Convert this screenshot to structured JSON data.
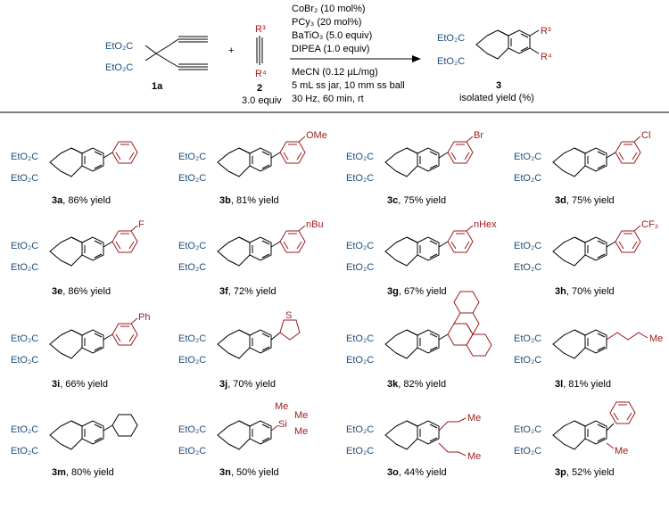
{
  "scheme": {
    "reagent_1a_label": "1a",
    "reagent_2_label": "2",
    "reagent_2_equiv": "3.0 equiv",
    "plus": "+",
    "product_label": "3",
    "product_caption": "isolated yield (%)",
    "conditions": [
      "CoBr₂ (10 mol%)",
      "PCy₃ (20 mol%)",
      "BaTiO₃ (5.0 equiv)",
      "DIPEA (1.0 equiv)",
      "MeCN (0.12 µL/mg)",
      "5 mL ss jar, 10 mm ss ball",
      "30 Hz, 60 min, rt"
    ],
    "r3": "R³",
    "r4": "R⁴",
    "ester_top": "EtO₂C",
    "ester_bottom": "EtO₂C",
    "product_ester_top": "EtO₂C",
    "product_ester_bottom": "EtO₂C"
  },
  "products": [
    {
      "id": "3a",
      "yield": ", 86% yield",
      "sub": ""
    },
    {
      "id": "3b",
      "yield": ", 81% yield",
      "sub": "OMe"
    },
    {
      "id": "3c",
      "yield": ", 75% yield",
      "sub": "Br"
    },
    {
      "id": "3d",
      "yield": ", 75% yield",
      "sub": "Cl"
    },
    {
      "id": "3e",
      "yield": ", 86% yield",
      "sub": "F"
    },
    {
      "id": "3f",
      "yield": ", 72% yield",
      "sub": "nBu"
    },
    {
      "id": "3g",
      "yield": ", 67% yield",
      "sub": "nHex"
    },
    {
      "id": "3h",
      "yield": ", 70% yield",
      "sub": "CF₃"
    },
    {
      "id": "3i",
      "yield": ", 66% yield",
      "sub": "Ph"
    },
    {
      "id": "3j",
      "yield": ", 70% yield",
      "sub": "S"
    },
    {
      "id": "3k",
      "yield": ", 82% yield",
      "sub": ""
    },
    {
      "id": "3l",
      "yield": ", 81% yield",
      "sub": "Me"
    },
    {
      "id": "3m",
      "yield": ", 80% yield",
      "sub": ""
    },
    {
      "id": "3n",
      "yield": ", 50% yield",
      "sub": "Si"
    },
    {
      "id": "3o",
      "yield": ", 44% yield",
      "sub": "Me"
    },
    {
      "id": "3p",
      "yield": ", 52% yield",
      "sub": "Me"
    }
  ],
  "extra_labels": {
    "tms_me1": "Me",
    "tms_me2": "Me",
    "tms_me3": "Me",
    "o_me2": "Me"
  },
  "colors": {
    "ester": "#1f4e79",
    "substituent": "#9b1b1b",
    "line": "#000000"
  }
}
